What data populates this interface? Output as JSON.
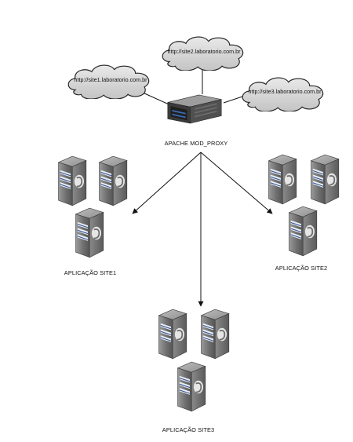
{
  "diagram": {
    "clouds": [
      {
        "label": "http://site2.laboratorio.com.br"
      },
      {
        "label": "http://site1.laboratorio.com.br"
      },
      {
        "label": "http://site3.laboratorio.com.br"
      }
    ],
    "proxy": {
      "label": "APACHE MOD_PROXY"
    },
    "groups": [
      {
        "label": "APLICAÇÃO SITE1"
      },
      {
        "label": "APLICAÇÃO SITE2"
      },
      {
        "label": "APLICAÇÃO SITE3"
      }
    ]
  }
}
